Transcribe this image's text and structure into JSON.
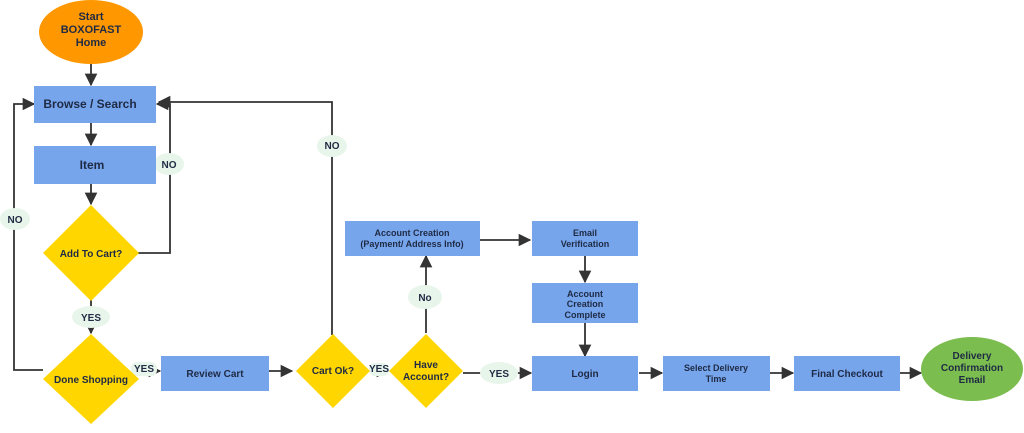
{
  "colors": {
    "process": "#76a5ec",
    "decision": "#ffd600",
    "start": "#ff9800",
    "end": "#7bbd4f",
    "label_bg": "#e8f5ea",
    "line": "#333333",
    "text": "#1f2a44"
  },
  "nodes": {
    "start": [
      "Start",
      "BOXOFAST",
      "Home"
    ],
    "browse": "Browse / Search",
    "item": "Item",
    "add_to_cart": "Add To Cart?",
    "done_shopping": "Done Shopping",
    "review_cart": "Review Cart",
    "cart_ok": "Cart Ok?",
    "have_account": [
      "Have",
      "Account?"
    ],
    "account_creation": [
      "Account Creation",
      "(Payment/ Address Info)"
    ],
    "email_verification": [
      "Email",
      "Verification"
    ],
    "account_complete": [
      "Account",
      "Creation",
      "Complete"
    ],
    "login": "Login",
    "select_delivery": [
      "Select Delivery",
      "Time"
    ],
    "final_checkout": "Final Checkout",
    "delivery_email": [
      "Delivery",
      "Confirmation",
      "Email"
    ]
  },
  "edge_labels": {
    "add_no": "NO",
    "done_no": "NO",
    "cart_no": "NO",
    "add_yes": "YES",
    "done_yes": "YES",
    "cart_yes": "YES",
    "account_no": "No",
    "account_yes": "YES"
  }
}
